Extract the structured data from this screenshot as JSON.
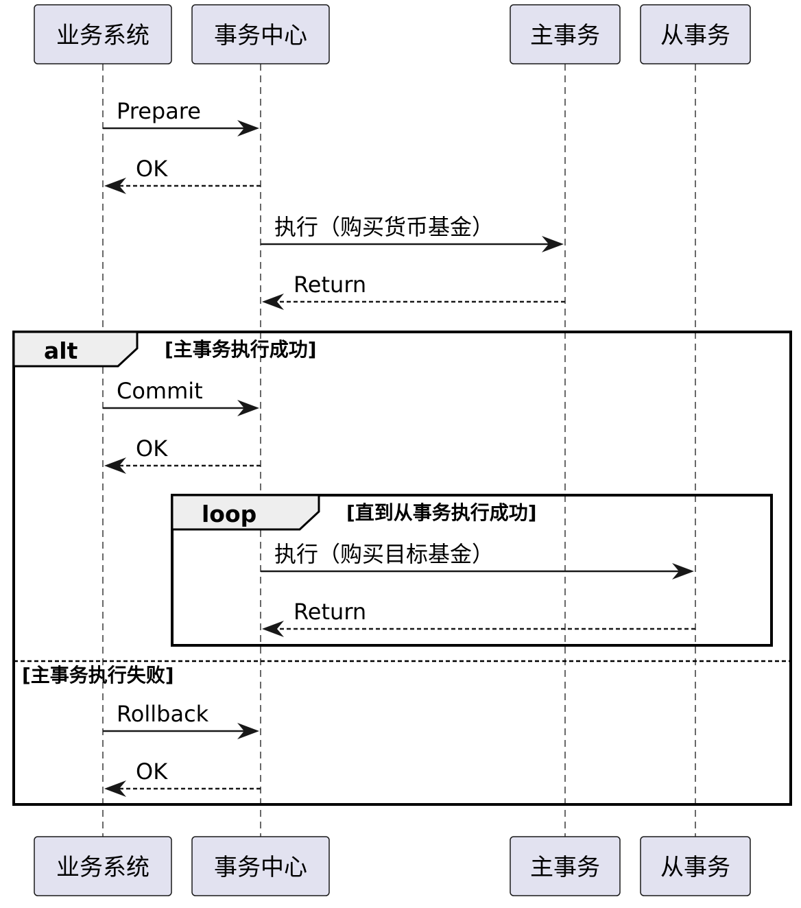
{
  "participants": [
    {
      "id": "biz",
      "label": "业务系统"
    },
    {
      "id": "tc",
      "label": "事务中心"
    },
    {
      "id": "main",
      "label": "主事务"
    },
    {
      "id": "sub",
      "label": "从事务"
    }
  ],
  "messages": [
    {
      "from": "biz",
      "to": "tc",
      "label": "Prepare",
      "kind": "sync"
    },
    {
      "from": "tc",
      "to": "biz",
      "label": "OK",
      "kind": "reply"
    },
    {
      "from": "tc",
      "to": "main",
      "label": "执行（购买货币基金）",
      "kind": "sync"
    },
    {
      "from": "main",
      "to": "tc",
      "label": "Return",
      "kind": "reply"
    },
    {
      "from": "biz",
      "to": "tc",
      "label": "Commit",
      "kind": "sync"
    },
    {
      "from": "tc",
      "to": "biz",
      "label": "OK",
      "kind": "reply"
    },
    {
      "from": "tc",
      "to": "sub",
      "label": "执行（购买目标基金）",
      "kind": "sync"
    },
    {
      "from": "sub",
      "to": "tc",
      "label": "Return",
      "kind": "reply"
    },
    {
      "from": "biz",
      "to": "tc",
      "label": "Rollback",
      "kind": "sync"
    },
    {
      "from": "tc",
      "to": "biz",
      "label": "OK",
      "kind": "reply"
    }
  ],
  "fragments": {
    "alt": {
      "keyword": "alt",
      "guard": "[主事务执行成功]",
      "else_guard": "[主事务执行失败]"
    },
    "loop": {
      "keyword": "loop",
      "guard": "[直到从事务执行成功]"
    }
  },
  "colors": {
    "participant_fill": "#e2e2f0",
    "line": "#181818",
    "frame_tab": "#eeeeee"
  }
}
